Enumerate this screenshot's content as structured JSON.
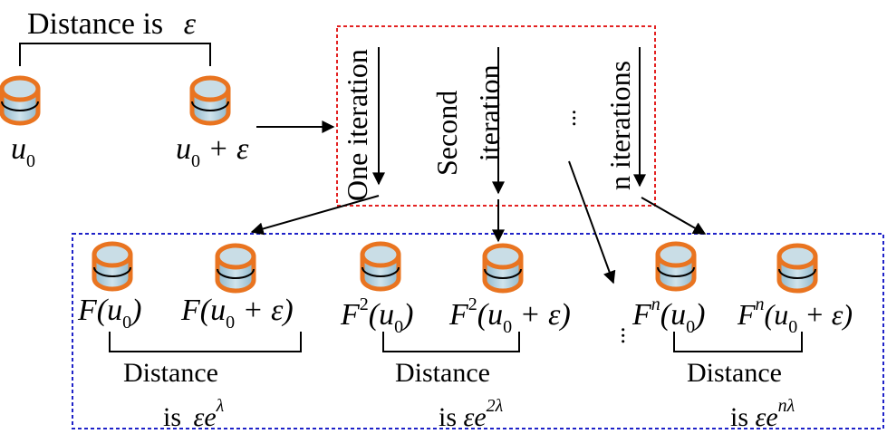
{
  "top": {
    "distance_prefix": "Distance is",
    "distance_symbol": "ε"
  },
  "start_points": {
    "u0": {
      "var": "u",
      "sub": "0"
    },
    "u0_eps": {
      "var": "u",
      "sub": "0",
      "rest": " + ε"
    }
  },
  "iterations": {
    "first": "One iteration",
    "second_line1": "Second",
    "second_line2": "iteration",
    "dots": "...",
    "nth": "n iterations"
  },
  "results": {
    "g1": {
      "a": "F(u",
      "a_sub": "0",
      "a_end": ")",
      "b": "F(u",
      "b_sub": "0",
      "b_end": " + ε)"
    },
    "g2": {
      "fn": "F",
      "exp": "2",
      "a": "(u",
      "a_sub": "0",
      "a_end": ")",
      "b": "(u",
      "b_sub": "0",
      "b_end": " + ε)"
    },
    "g3": {
      "fn": "F",
      "exp": "n",
      "a": "(u",
      "a_sub": "0",
      "a_end": ")",
      "b": "(u",
      "b_sub": "0",
      "b_end": " + ε)"
    },
    "dots": "..."
  },
  "distances": {
    "label": "Distance",
    "is": "is",
    "base": "εe",
    "exp1": "λ",
    "exp2": "2λ",
    "exp3": "nλ"
  },
  "colors": {
    "red_box": "#e32222",
    "blue_box": "#1f22c8",
    "cylinder_outline": "#e97420",
    "cylinder_fill": "#a9cfe0"
  }
}
